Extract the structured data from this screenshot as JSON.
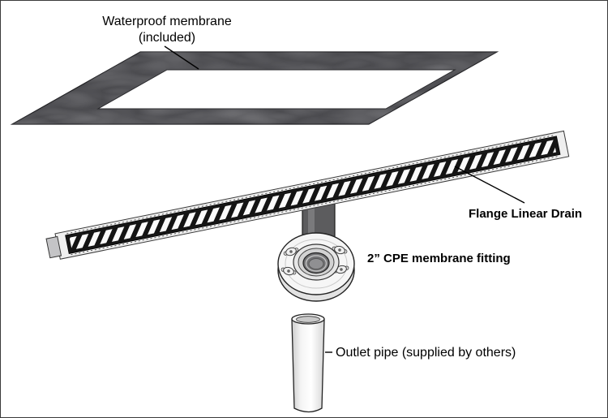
{
  "labels": {
    "membrane_line1": "Waterproof membrane",
    "membrane_line2": "(included)",
    "drain": "Flange Linear Drain",
    "fitting": "2” CPE membrane fitting",
    "pipe": "Outlet pipe (supplied by others)"
  },
  "colors": {
    "membrane": "#4a4a4e",
    "grate_dark": "#161616",
    "flange_light": "#efefef"
  }
}
